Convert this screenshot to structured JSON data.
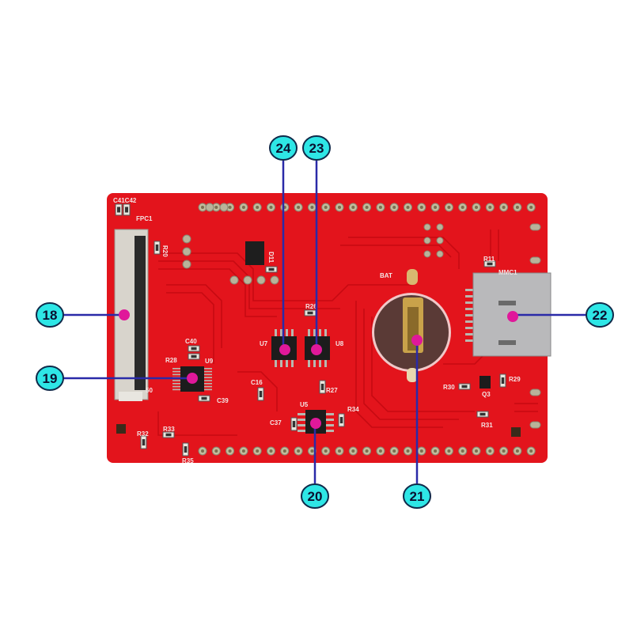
{
  "colors": {
    "board": "#e3141c",
    "trace": "#c80c14",
    "callout_fill": "#2ee6e6",
    "callout_border": "#0f2a4a",
    "leader_line": "#2a2aa8",
    "marker": "#e0189a"
  },
  "callouts": [
    {
      "label": "18",
      "target": "fpc-connector"
    },
    {
      "label": "19",
      "target": "u9-chip"
    },
    {
      "label": "20",
      "target": "u5-chip"
    },
    {
      "label": "21",
      "target": "battery-holder"
    },
    {
      "label": "22",
      "target": "sd-card-slot"
    },
    {
      "label": "23",
      "target": "u8-chip"
    },
    {
      "label": "24",
      "target": "u7-chip"
    }
  ],
  "silkscreen": {
    "c41c42": "C41C42",
    "fpc1": "FPC1",
    "r20": "R20",
    "d11": "D11",
    "r26": "R26",
    "u7": "U7",
    "u8": "U8",
    "c40": "C40",
    "r28": "R28",
    "u9": "U9",
    "c16": "C16",
    "r27": "R27",
    "c39": "C39",
    "u5": "U5",
    "r34": "R34",
    "c37": "C37",
    "r32": "R32",
    "r33": "R33",
    "r35": "R35",
    "pin50": "50",
    "bat": "BAT",
    "r11": "R11",
    "mmc1": "MMC1",
    "r30": "R30",
    "r29": "R29",
    "q3": "Q3",
    "r31": "R31"
  }
}
